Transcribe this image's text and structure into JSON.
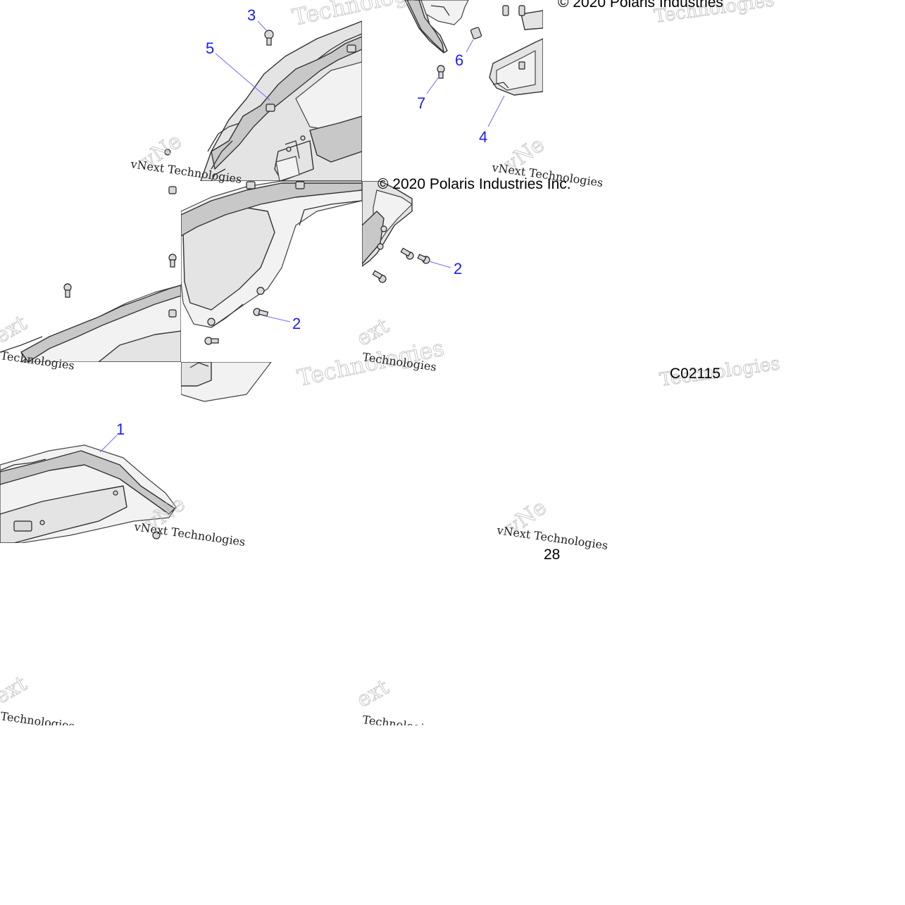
{
  "copyright_top": "© 2020 Polaris Industries",
  "copyright_mid": "© 2020 Polaris Industries Inc.",
  "figure_code": "C02115",
  "page_number": "28",
  "watermark": {
    "brand_tech": "Technologies",
    "brand_vnext": "vNext Technologies",
    "short_ext": "ext",
    "short_vn": "vNe"
  },
  "callouts": [
    {
      "id": "1",
      "label": "1"
    },
    {
      "id": "2a",
      "label": "2"
    },
    {
      "id": "2b",
      "label": "2"
    },
    {
      "id": "3",
      "label": "3"
    },
    {
      "id": "4",
      "label": "4"
    },
    {
      "id": "5",
      "label": "5"
    },
    {
      "id": "6",
      "label": "6"
    },
    {
      "id": "7",
      "label": "7"
    }
  ],
  "colors": {
    "callout": "#1a1aff",
    "leader": "#6b6bff",
    "part_fill": "#e4e4e4",
    "outline": "#333333"
  }
}
